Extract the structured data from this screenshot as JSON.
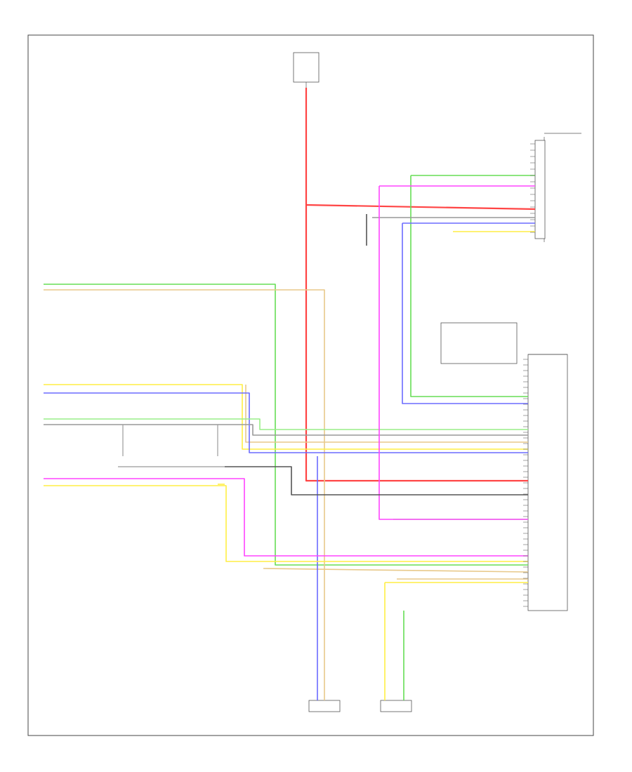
{
  "page": {
    "background": "#ffffff"
  },
  "wire_colors": {
    "red": "#ff4444",
    "green": "#66dd55",
    "tan": "#e8c98a",
    "yellow": "#ffee44",
    "blue": "#6b6bff",
    "magenta": "#ff44ff",
    "gray": "#999999",
    "dark": "#555555",
    "light-green": "#99ee88"
  },
  "figure": {
    "code": ""
  },
  "modules": {
    "fuse_block": {
      "label": ""
    },
    "top_right_connector": {
      "label": ""
    },
    "radio": {
      "label": ""
    },
    "left_tweeter": {
      "label": ""
    },
    "right_tweeter": {
      "label": ""
    },
    "fuse_relay": {
      "label": ""
    }
  },
  "wires": [
    {
      "id": "w1",
      "color": "red"
    },
    {
      "id": "w2",
      "color": "green"
    },
    {
      "id": "w3",
      "color": "tan"
    },
    {
      "id": "w4",
      "color": "yellow"
    },
    {
      "id": "w5",
      "color": "blue"
    },
    {
      "id": "w6",
      "color": "light-green"
    },
    {
      "id": "w7",
      "color": "gray"
    },
    {
      "id": "w8",
      "color": "magenta"
    },
    {
      "id": "w9",
      "color": "yellow"
    },
    {
      "id": "w10",
      "color": "dark"
    }
  ]
}
